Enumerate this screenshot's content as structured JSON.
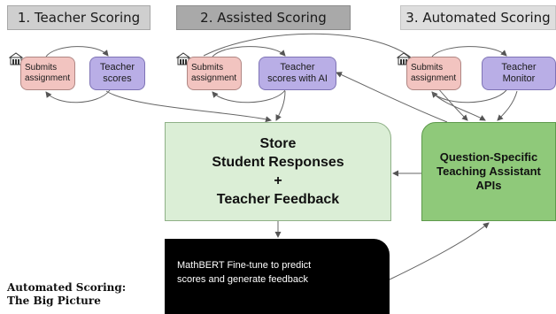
{
  "headers": [
    "1. Teacher Scoring",
    "2. Assisted Scoring",
    "3. Automated Scoring"
  ],
  "panel1": {
    "submits": "Submits\nassignment",
    "teacher": "Teacher\nscores"
  },
  "panel2": {
    "submits": "Submits\nassignment",
    "teacher": "Teacher\nscores with AI"
  },
  "panel3": {
    "submits": "Submits\nassignment",
    "teacher": "Teacher\nMonitor"
  },
  "store": "Store\nStudent Responses\n+\nTeacher Feedback",
  "qs_apis": "Question-Specific\nTeaching Assistant\nAPIs",
  "mathbert": "MathBERT Fine-tune to predict\nscores and generate feedback",
  "caption": "Automated Scoring:\nThe Big Picture",
  "colors": {
    "submits": "#f2c4c0",
    "teacher": "#b9aee6",
    "store": "#dbeed6",
    "apis": "#8fc97a",
    "model": "#000000"
  },
  "icons": [
    "school-building-icon"
  ]
}
